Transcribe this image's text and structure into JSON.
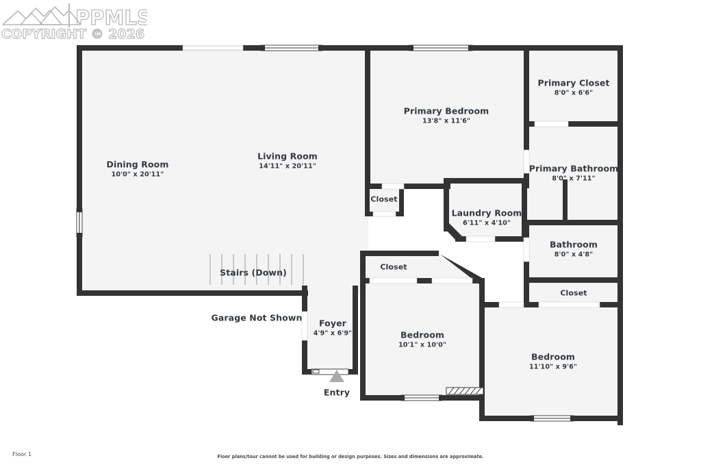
{
  "watermark": {
    "brand": "PPMLS",
    "copyright": "COPYRIGHT © 2026",
    "logo_icon": "mountain-range-icon"
  },
  "floorplan": {
    "floor_label": "Floor 1",
    "disclaimer": "Floor plans/tour cannot be used for building or design purposes. Sizes and dimensions are approximate.",
    "entry_marker": {
      "label": "Entry",
      "icon": "up-triangle-icon"
    },
    "notes": [
      {
        "text": "Garage Not Shown"
      }
    ],
    "rooms": [
      {
        "name": "Dining Room",
        "dim": "10'0\" x 20'11\""
      },
      {
        "name": "Living Room",
        "dim": "14'11\" x 20'11\""
      },
      {
        "name": "Primary Bedroom",
        "dim": "13'8\" x 11'6\""
      },
      {
        "name": "Primary Closet",
        "dim": "8'0\" x 6'6\""
      },
      {
        "name": "Primary Bathroom",
        "dim": "8'0\" x 7'11\""
      },
      {
        "name": "Bathroom",
        "dim": "8'0\" x 4'8\""
      },
      {
        "name": "Laundry Room",
        "dim": "6'11\" x 4'10\""
      },
      {
        "name": "Closet",
        "dim": ""
      },
      {
        "name": "Closet",
        "dim": ""
      },
      {
        "name": "Closet",
        "dim": ""
      },
      {
        "name": "Stairs (Down)",
        "dim": ""
      },
      {
        "name": "Foyer",
        "dim": "4'9\" x 6'9\""
      },
      {
        "name": "Bedroom",
        "dim": "10'1\" x 10'0\""
      },
      {
        "name": "Bedroom",
        "dim": "11'10\" x 9'6\""
      }
    ],
    "colors": {
      "wall": "#333333",
      "room_fill": "#f4f4f4",
      "page_background": "#ffffff",
      "label_text": "#333a40",
      "entry_marker": "#a8aaad"
    }
  }
}
